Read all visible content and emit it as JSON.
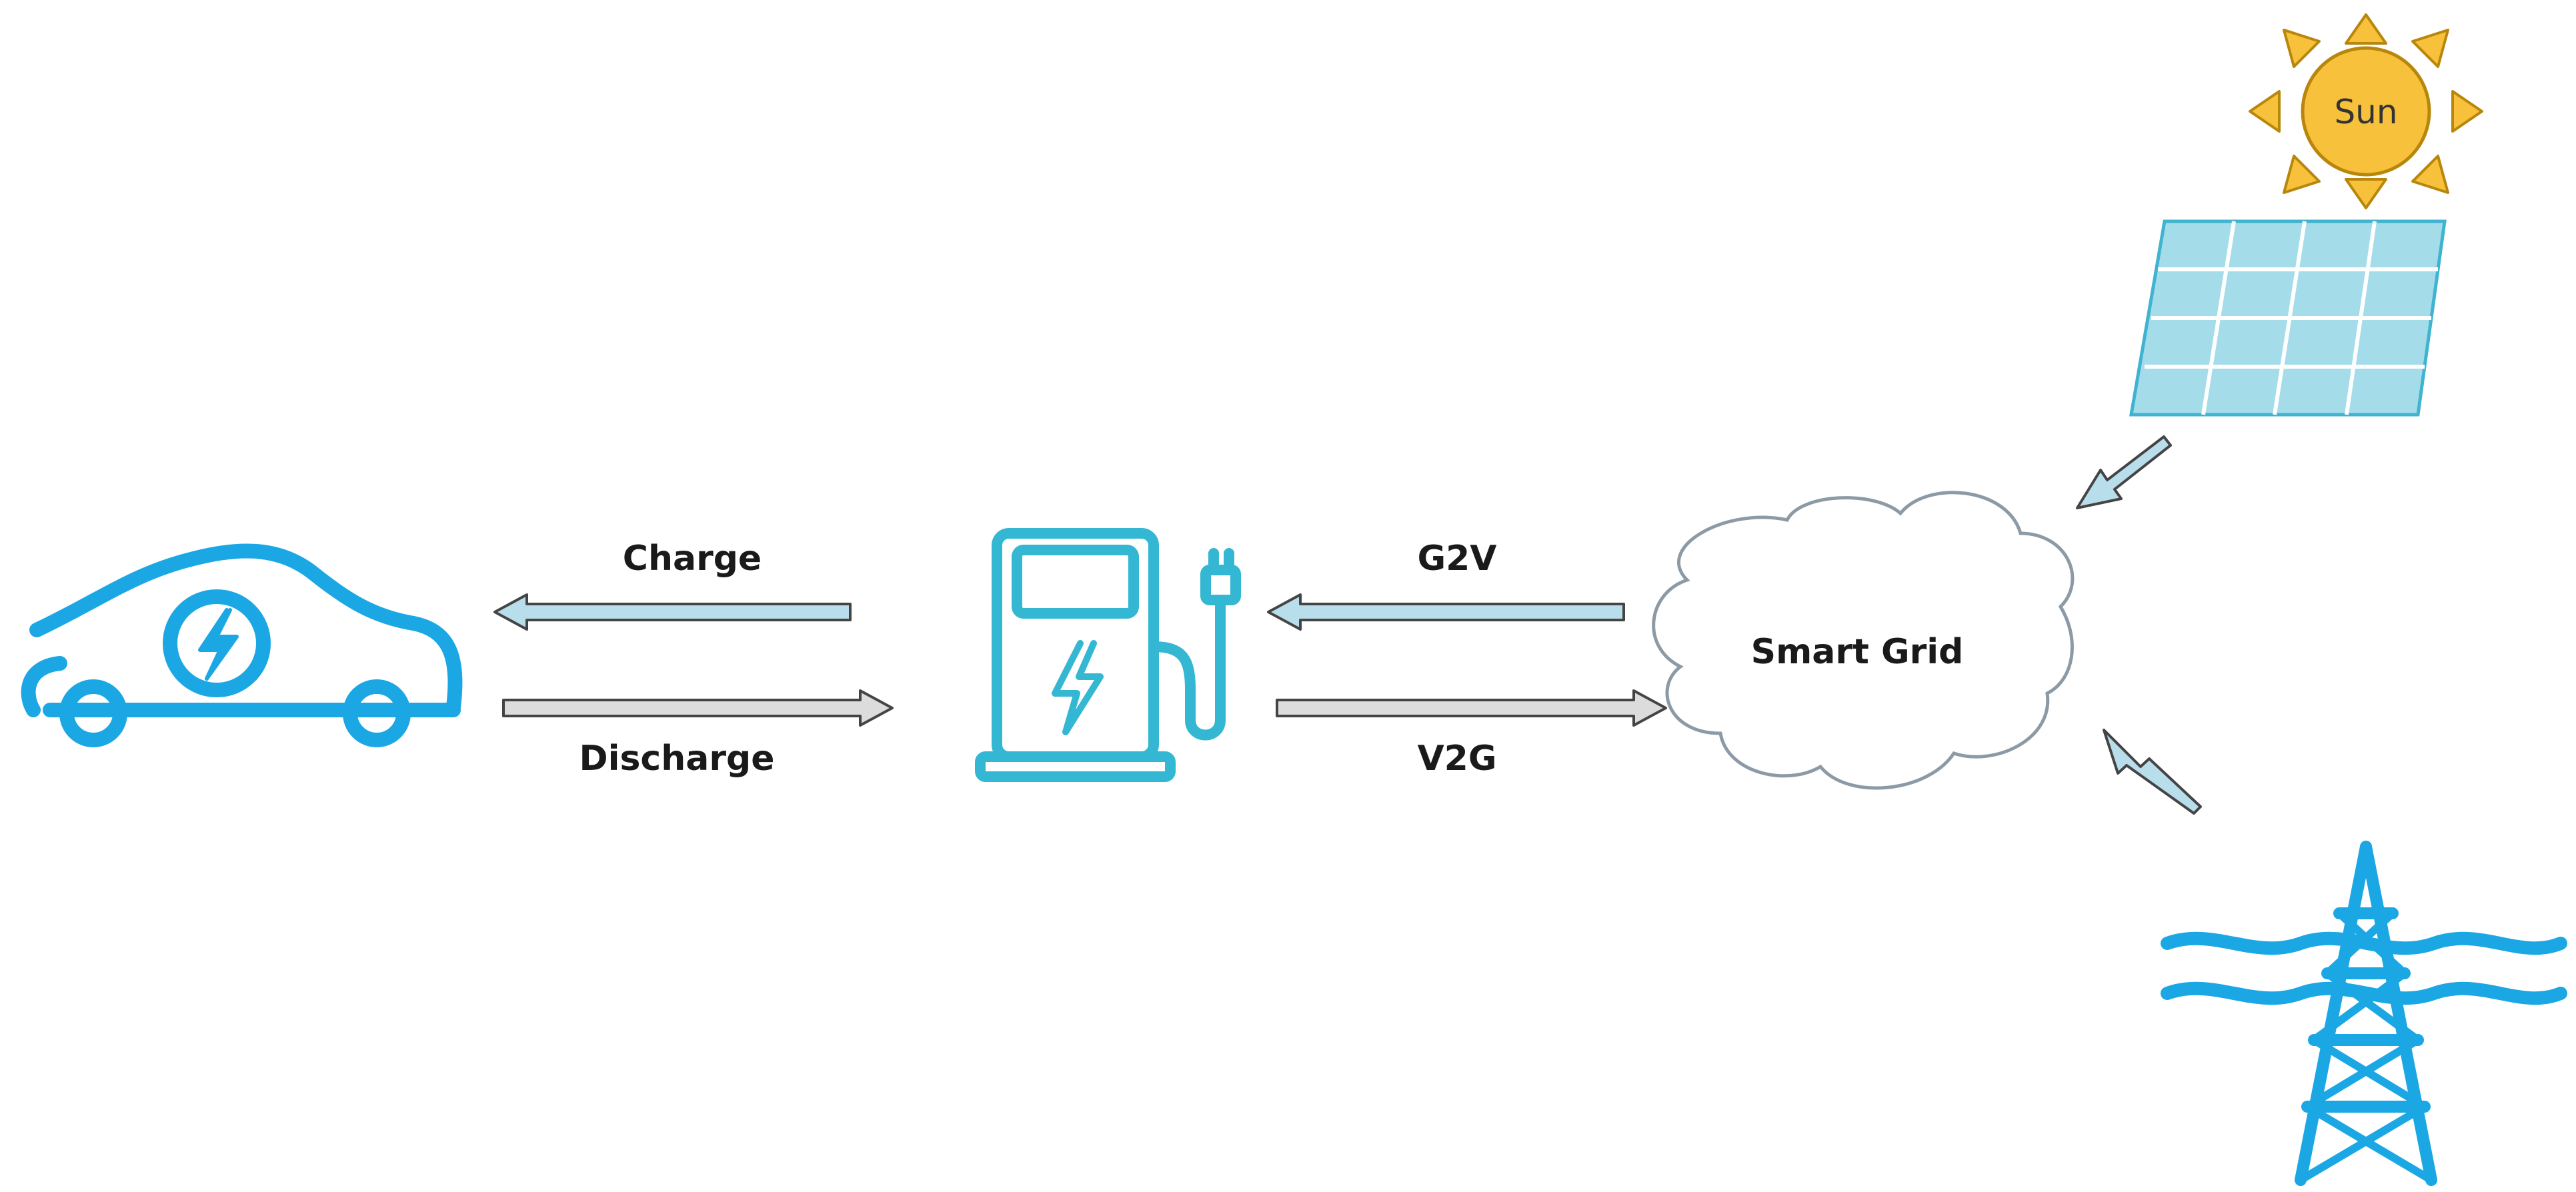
{
  "labels": {
    "charge": "Charge",
    "discharge": "Discharge",
    "g2v": "G2V",
    "v2g": "V2G",
    "smart_grid": "Smart Grid",
    "sun": "Sun"
  },
  "icons": {
    "car": "electric-car-icon",
    "station": "charging-station-icon",
    "cloud": "cloud-icon",
    "sun": "sun-icon",
    "panel": "solar-panel-icon",
    "tower": "power-tower-icon"
  },
  "colors": {
    "icon_blue": "#1AA7E4",
    "station_teal": "#33B7D2",
    "arrow_blue_fill": "#B9DEEB",
    "arrow_gray_fill": "#DCDCDC",
    "arrow_stroke": "#444444",
    "sun_fill": "#F7C13B",
    "sun_stroke": "#B8860B",
    "panel_fill": "#A4DCEA",
    "panel_line": "#3FB3CF",
    "cloud_stroke": "#8C9AA6"
  }
}
